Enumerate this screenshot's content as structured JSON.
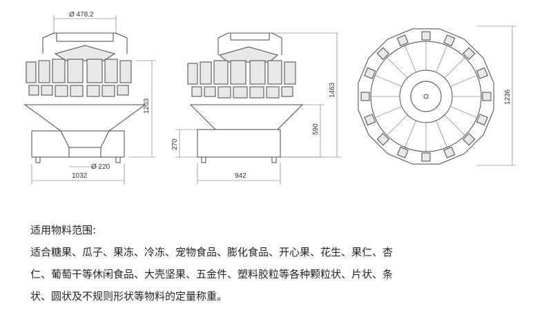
{
  "drawing": {
    "dims": {
      "top_diameter": "Ø 478.2",
      "outlet_diameter": "Ø 220",
      "front_width": "1032",
      "front_height": "1203",
      "side_leg_height": "270",
      "side_width": "942",
      "side_body_height": "590",
      "side_total_height": "1463",
      "top_view_diameter": "1236"
    }
  },
  "text": {
    "heading": "适用物料范围:",
    "lines": [
      "适合糖果、瓜子、果冻、冷冻、宠物食品、膨化食品、开心果、花生、果仁、杏",
      "仁、葡萄干等休闲食品、大壳坚果、五金件、塑料胶粒等各种颗粒状、片状、条",
      "状、圆状及不规则形状等物料的定量称重。"
    ]
  }
}
